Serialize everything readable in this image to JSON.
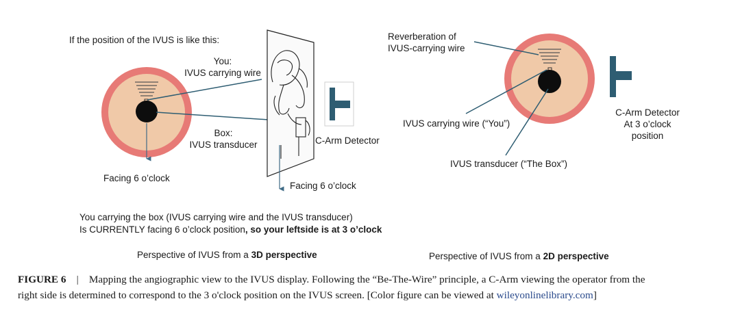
{
  "left": {
    "intro": "If the position of the IVUS is like this:",
    "you_line1": "You:",
    "you_line2": "IVUS carrying wire",
    "box_line1": "Box:",
    "box_line2": "IVUS transducer",
    "detector": "C-Arm Detector",
    "facing_a": "Facing 6 o’clock",
    "facing_b": "Facing 6 o’clock",
    "note_line1": "You carrying the box (IVUS carrying wire and the IVUS transducer)",
    "note_line2_a": "Is CURRENTLY facing 6 o’clock position",
    "note_line2_b": ", so your leftside is at 3 o’clock",
    "persp_a": "Perspective of IVUS from a ",
    "persp_b": "3D perspective"
  },
  "right": {
    "reverb_line1": "Reverberation of",
    "reverb_line2": "IVUS-carrying wire",
    "wire": "IVUS carrying wire (“You”)",
    "transducer": "IVUS transducer (“The Box”)",
    "det_line1": "C-Arm Detector",
    "det_line2": "At 3 o’clock",
    "det_line3": "position",
    "persp_a": "Perspective of IVUS from a ",
    "persp_b": "2D perspective"
  },
  "caption": {
    "label": "FIGURE 6",
    "sep": "|",
    "text1": "Mapping the angiographic view to the IVUS display. Following the “Be-The-Wire” principle, a C-Arm viewing the operator from the",
    "text2": "right side is determined to correspond to the 3 o'clock position on the IVUS screen. [Color figure can be viewed at ",
    "link": "wileyonlinelibrary.com",
    "end": "]"
  },
  "colors": {
    "ring": "#e77a76",
    "lumen": "#f0c9a8",
    "detector": "#2e5d72",
    "arrow": "#3f6b86"
  }
}
